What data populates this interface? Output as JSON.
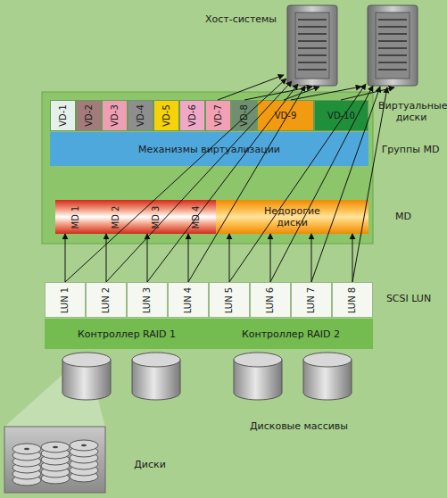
{
  "diagram": {
    "nodes": [
      {
        "text": [
          "VD-1"
        ]
      },
      {
        "text": [
          "VD-2"
        ]
      },
      {
        "text": [
          "VD-3"
        ]
      },
      {
        "text": [
          "VD-4"
        ]
      },
      {
        "text": [
          "VD-5"
        ]
      },
      {
        "text": [
          "VD-6"
        ]
      },
      {
        "text": [
          "VD-7"
        ]
      },
      {
        "text": [
          "VD-8"
        ]
      },
      {
        "text": [
          "VD-9"
        ]
      },
      {
        "text": [
          "VD-10"
        ]
      },
      {
        "text": [
          "Механизмы виртуализации"
        ]
      },
      {
        "text": [
          "MD 1"
        ]
      },
      {
        "text": [
          "MD 2"
        ]
      },
      {
        "text": [
          "MD 3"
        ]
      },
      {
        "text": [
          "MD 4"
        ]
      },
      {
        "text": [
          "Недорогие диски"
        ]
      },
      {
        "text": [
          "LUN 1"
        ]
      },
      {
        "text": [
          "LUN 2"
        ]
      },
      {
        "text": [
          "LUN 3"
        ]
      },
      {
        "text": [
          "LUN 4"
        ]
      },
      {
        "text": [
          "LUN 5"
        ]
      },
      {
        "text": [
          "LUN 6"
        ]
      },
      {
        "text": [
          "LUN 7"
        ]
      },
      {
        "text": [
          "LUN 8"
        ]
      },
      {
        "text": [
          "Контроллер RAID 1"
        ]
      },
      {
        "text": [
          "Контроллер RAID 2"
        ]
      }
    ],
    "edges": [
      {
        "from": 16,
        "to": 11,
        "arrow": "to"
      },
      {
        "from": 17,
        "to": 12,
        "arrow": "to"
      },
      {
        "from": 18,
        "to": 13,
        "arrow": "to"
      },
      {
        "from": 19,
        "to": 14,
        "arrow": "to"
      },
      {
        "from": 20,
        "to": 15,
        "arrow": "to"
      },
      {
        "from": 21,
        "to": 15,
        "arrow": "to"
      },
      {
        "from": 22,
        "to": 15,
        "arrow": "to"
      },
      {
        "from": 23,
        "to": 15,
        "arrow": "to"
      }
    ],
    "labels": [
      "Хост-системы",
      "Виртуальные диски",
      "Группы MD",
      "MD",
      "SCSI LUN",
      "Дисковые массивы",
      "Диски"
    ]
  }
}
